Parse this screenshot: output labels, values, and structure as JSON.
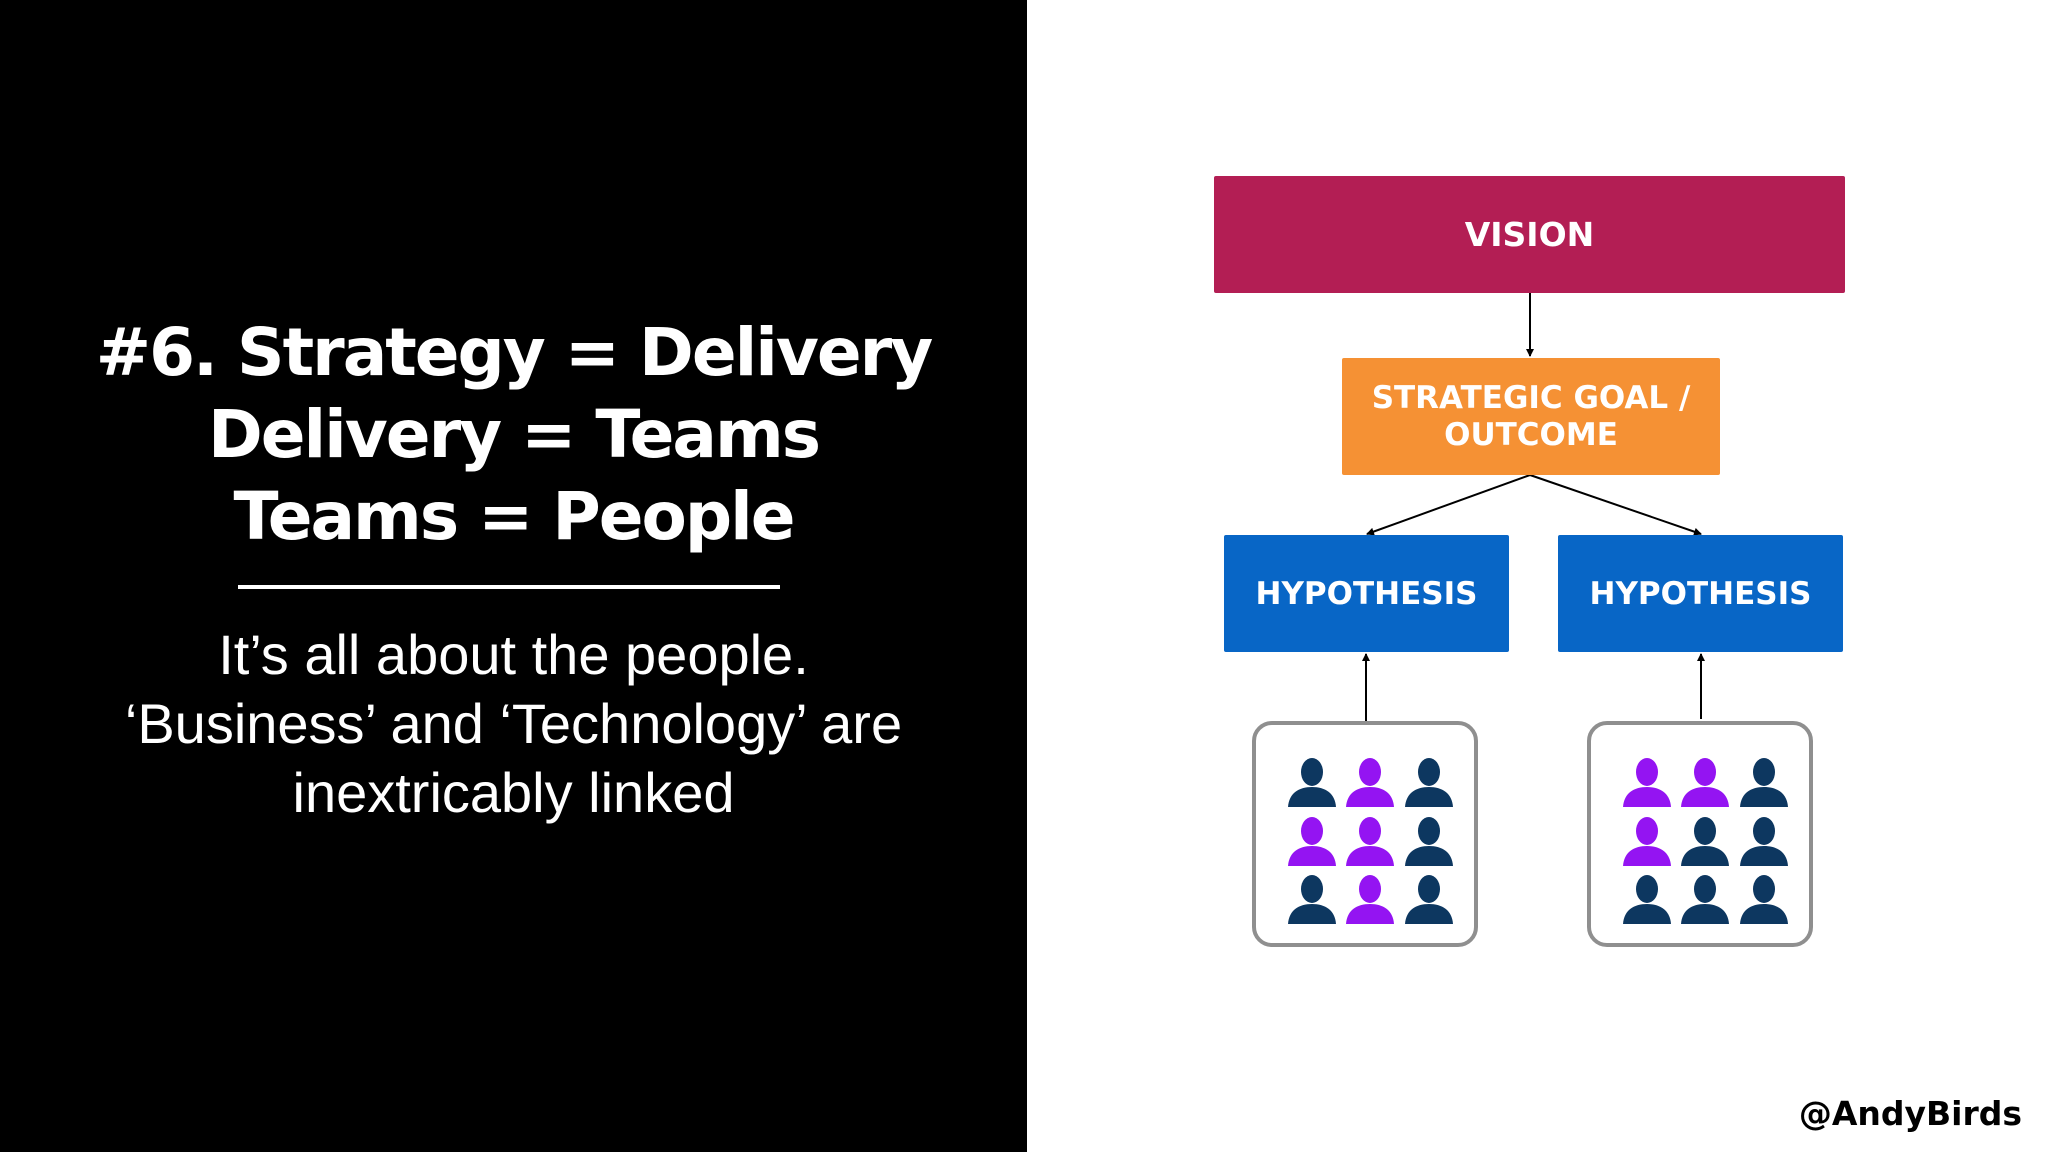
{
  "headline": {
    "lines": [
      "#6. Strategy = Delivery",
      "Delivery = Teams",
      "Teams = People"
    ]
  },
  "subtext": {
    "lines": [
      "It’s all about the people.",
      "‘Business’ and ‘Technology’ are",
      "inextricably linked"
    ]
  },
  "diagram": {
    "vision": "VISION",
    "goal": {
      "line1": "STRATEGIC GOAL /",
      "line2": "OUTCOME"
    },
    "hypotheses": [
      "HYPOTHESIS",
      "HYPOTHESIS"
    ],
    "teams": [
      {
        "people": [
          "navy",
          "purple",
          "navy",
          "purple",
          "purple",
          "navy",
          "navy",
          "purple",
          "navy"
        ]
      },
      {
        "people": [
          "purple",
          "purple",
          "navy",
          "purple",
          "navy",
          "navy",
          "navy",
          "navy",
          "navy"
        ]
      }
    ]
  },
  "footer": {
    "handle": "@AndyBirds"
  },
  "colors": {
    "left_bg": "#000000",
    "right_bg": "#ffffff",
    "headline_text": "#ffffff",
    "vision": "#b31e54",
    "goal": "#f59134",
    "hypothesis": "#0866c6",
    "team_border": "#8f8f8f",
    "person_navy": "#0d3760",
    "person_purple": "#9414f2",
    "connector": "#000000",
    "handle_text": "#000000"
  }
}
